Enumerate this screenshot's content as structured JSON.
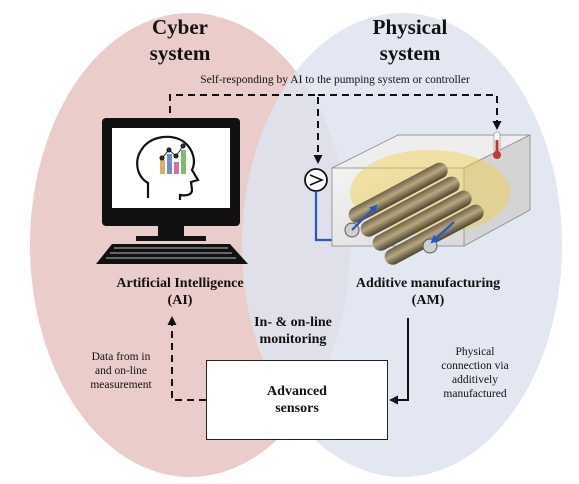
{
  "cyber_title": {
    "line1": "Cyber",
    "line2": "system"
  },
  "physical_title": {
    "line1": "Physical",
    "line2": "system"
  },
  "feedback_label": "Self-responding by AI to the  pumping system or controller",
  "ai_label": {
    "line1": "Artificial Intelligence",
    "line2": "(AI)"
  },
  "am_label": {
    "line1": "Additive manufacturing",
    "line2": "(AM)"
  },
  "monitoring_label": {
    "line1": "In- & on-line",
    "line2": "monitoring"
  },
  "sensors_label": {
    "line1": "Advanced",
    "line2": "sensors"
  },
  "data_label": {
    "line1": "Data from in",
    "line2": "and on-line",
    "line3": "measurement"
  },
  "physical_conn_label": {
    "line1": "Physical",
    "line2": "connection via",
    "line3": "additively",
    "line4": "manufactured"
  },
  "colors": {
    "cyber_fill": "#e8c9c6",
    "physical_fill": "#dde3ef",
    "arrow": "#111111",
    "flow_blue": "#2355d8",
    "thermometer": "#c0392b"
  },
  "icons": [
    "monitor-icon",
    "brain-chart-icon",
    "keyboard-icon",
    "pump-icon",
    "thermometer-icon",
    "heat-exchanger-block"
  ]
}
